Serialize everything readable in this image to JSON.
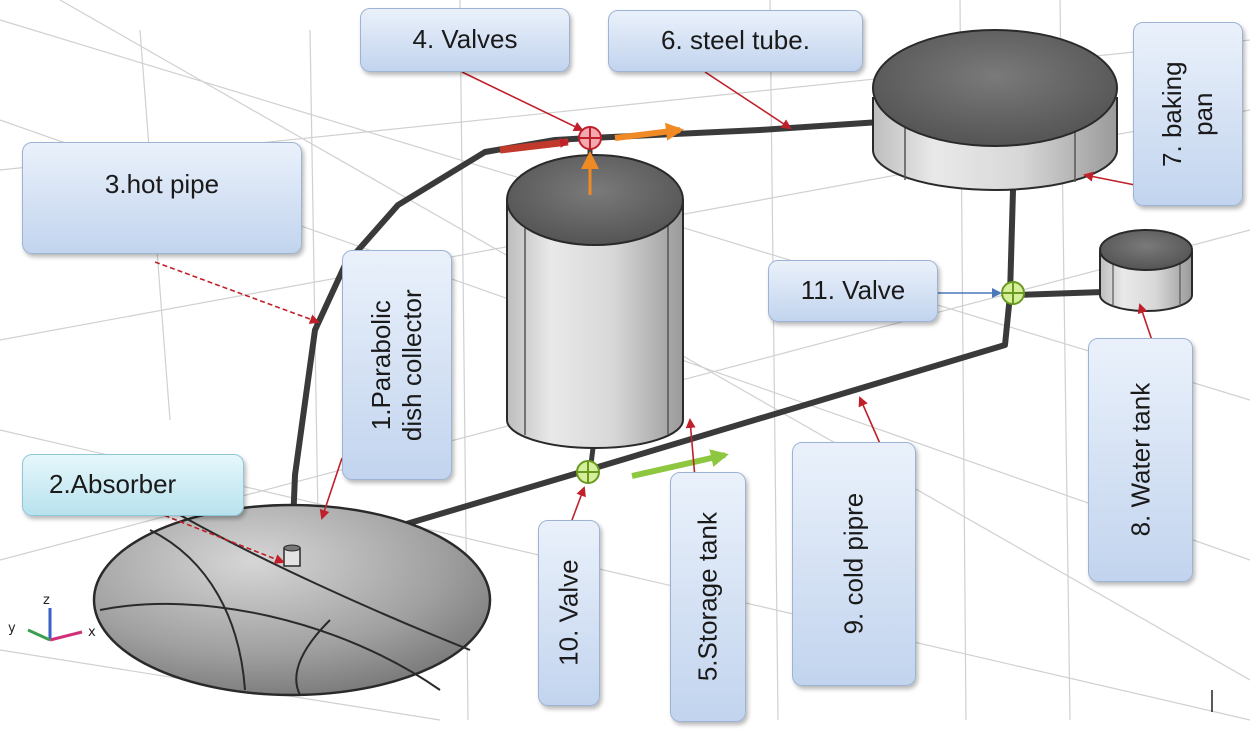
{
  "labels": {
    "valves": "4. Valves",
    "steel_tube": "6. steel tube.",
    "baking_pan_line1": "7.  baking",
    "baking_pan_line2": "pan",
    "hot_pipe": "3.hot pipe",
    "parabolic_line1": "1.Parabolic",
    "parabolic_line2": "dish collector",
    "valve_11": "11. Valve",
    "absorber": "2.Absorber",
    "valve_10": "10. Valve",
    "storage_tank": "5.Storage tank",
    "cold_pipe": "9. cold pipre",
    "water_tank": "8. Water tank"
  },
  "axes": {
    "z": "z",
    "y": "y",
    "x": "x"
  },
  "colors": {
    "label_fill_top": "#eaf1fb",
    "label_fill_bottom": "#c2d4ee",
    "leader_red": "#c0202a",
    "pipe": "#3a3a3a",
    "flow_orange": "#f08a24",
    "flow_green": "#8dc63f",
    "valve_red": "#f4a8b0",
    "valve_green": "#d6ef9a"
  }
}
